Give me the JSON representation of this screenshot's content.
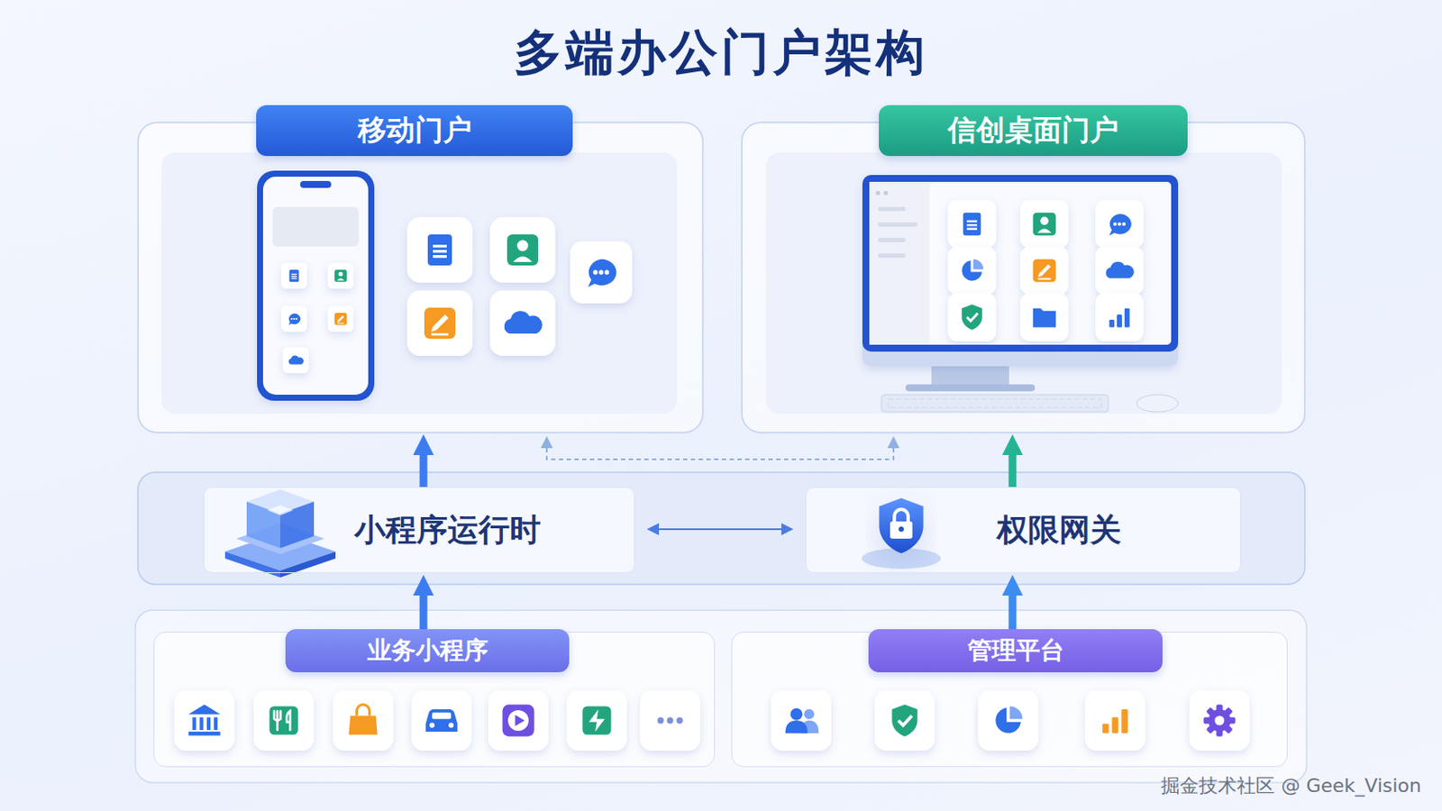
{
  "diagram": {
    "title": "多端办公门户架构",
    "nodes": [
      {
        "text": [
          "移动门户"
        ]
      },
      {
        "text": [
          "信创桌面门户"
        ]
      },
      {
        "text": [
          "小程序运行时"
        ]
      },
      {
        "text": [
          "权限网关"
        ]
      },
      {
        "text": [
          "业务小程序"
        ]
      },
      {
        "text": [
          "管理平台"
        ]
      }
    ],
    "edges": [
      {
        "from": 2,
        "to": 0,
        "arrow": "to"
      },
      {
        "from": 3,
        "to": 1,
        "arrow": "to"
      },
      {
        "from": 2,
        "to": 3,
        "arrow": "both"
      },
      {
        "from": 0,
        "to": 1,
        "arrow": "both"
      },
      {
        "from": 4,
        "to": 2,
        "arrow": "to"
      },
      {
        "from": 5,
        "to": 3,
        "arrow": "to"
      }
    ],
    "labels": [
      "掘金技术社区 @ Geek_Vision"
    ]
  }
}
